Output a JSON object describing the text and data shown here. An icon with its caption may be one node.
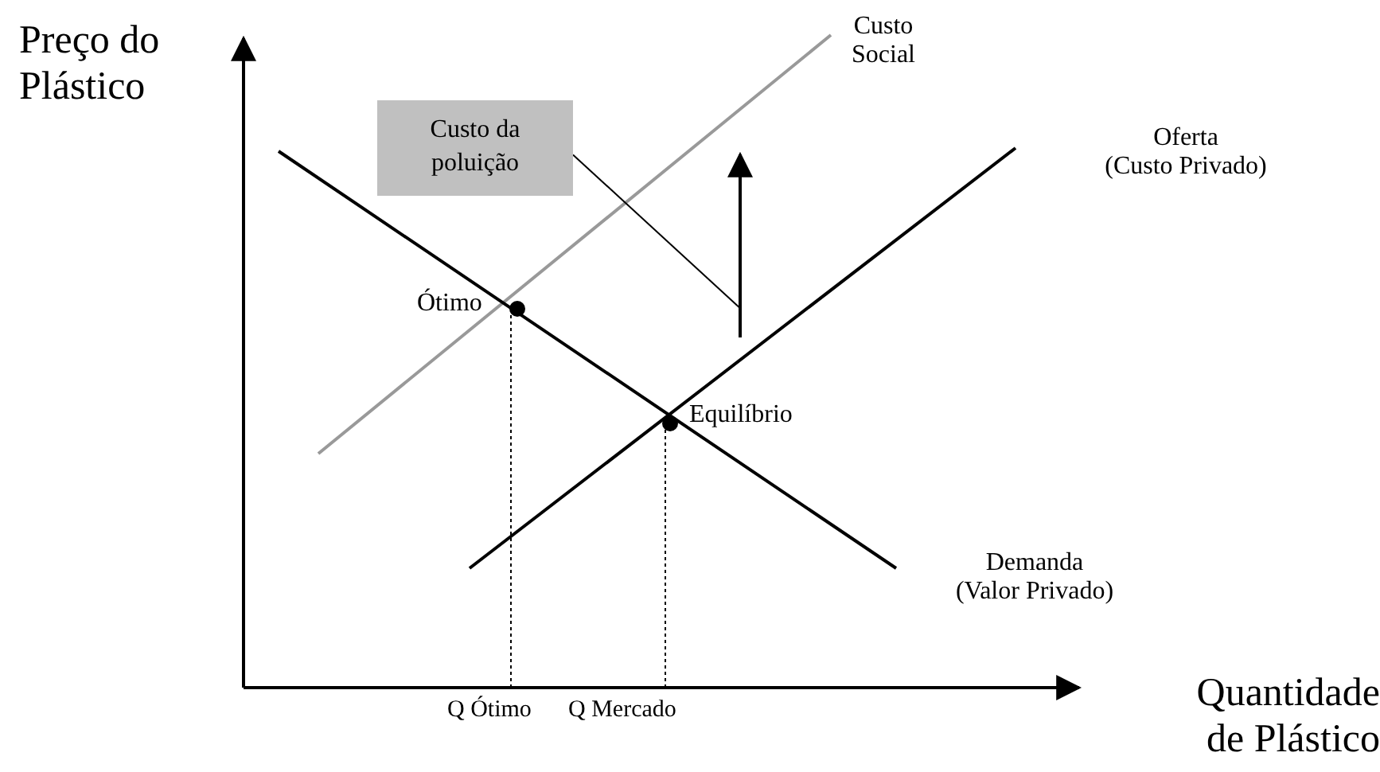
{
  "diagram": {
    "nodes": [
      {
        "text": [
          "Custo da poluição"
        ]
      },
      {
        "text": [],
        "shape": "arrow"
      }
    ],
    "edges": [
      {
        "from": 0,
        "to": 1,
        "arrow": "none"
      }
    ],
    "labels": [
      "Preço do Plástico",
      "Custo Social",
      "Oferta (Custo Privado)",
      "Ótimo",
      "Equilíbrio",
      "Demanda (Valor Privado)",
      "Q Ótimo",
      "Q Mercado",
      "Quantidade de Plástico"
    ]
  }
}
